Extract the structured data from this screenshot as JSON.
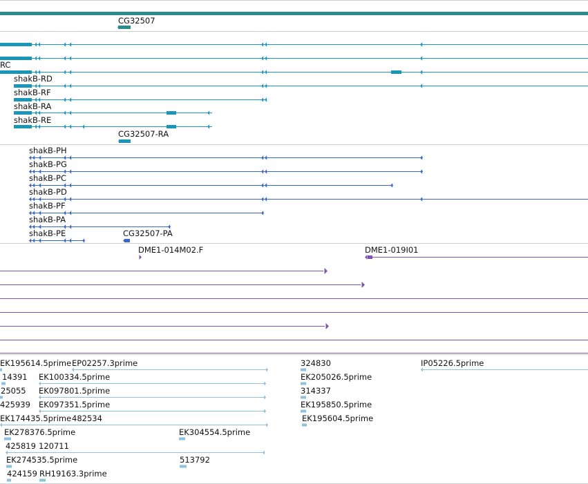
{
  "colors": {
    "background": "#ffffff",
    "divider": "#cfcfcf",
    "gene": "#2e8b8b",
    "mrna": "#1a97b8",
    "protein": "#3a66c6",
    "clone": "#7a55b0",
    "est": "#8fc0de"
  },
  "tracks": {
    "gene": {
      "labels": {
        "cg32507": "CG32507"
      }
    },
    "mrna": {
      "labels": {
        "rc": "RC",
        "rd": "shakB-RD",
        "rf": "shakB-RF",
        "ra": "shakB-RA",
        "re": "shakB-RE",
        "cg_ra": "CG32507-RA"
      }
    },
    "protein": {
      "labels": {
        "ph": "shakB-PH",
        "pg": "shakB-PG",
        "pc": "shakB-PC",
        "pd": "shakB-PD",
        "pf": "shakB-PF",
        "pa": "shakB-PA",
        "pe": "shakB-PE",
        "cg_pa": "CG32507-PA"
      }
    },
    "clone": {
      "labels": {
        "f014": "DME1-014M02.F",
        "i019": "DME1-019I01"
      }
    },
    "est": {
      "labels": {
        "ek195614": "EK195614.5prime",
        "ep02257": "EP02257.3prime",
        "n324830": "324830",
        "ip05226": "IP05226.5prime",
        "n14391": "14391",
        "ek100334": "EK100334.5prime",
        "ek205026": "EK205026.5prime",
        "n25055": "25055",
        "ek097801": "EK097801.5prime",
        "n314337": "314337",
        "n425939": "425939",
        "ek097351": "EK097351.5prime",
        "ek195850": "EK195850.5prime",
        "ek174435": "EK174435.5prime",
        "n482534": "482534",
        "ek195604": "EK195604.5prime",
        "ek278376": "EK278376.5prime",
        "ek304554": "EK304554.5prime",
        "n425819": "425819",
        "n120711": "120711",
        "ek274535": "EK274535.5prime",
        "n513792": "513792",
        "n424159": "424159",
        "rh19163": "RH19163.3prime"
      }
    }
  }
}
